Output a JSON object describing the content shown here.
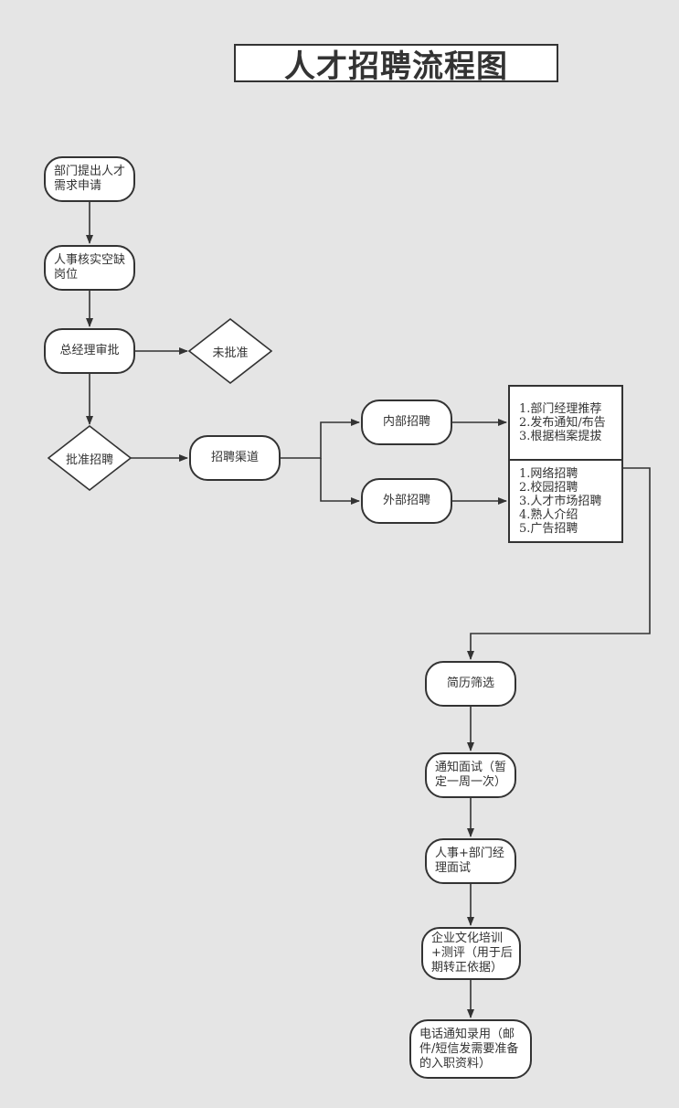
{
  "title": "人才招聘流程图",
  "nodes": {
    "dept_request": "部门提出人才需求申请",
    "hr_verify": "人事核实空缺岗位",
    "gm_approval": "总经理审批",
    "not_approved": "未批准",
    "approved": "批准招聘",
    "channels": "招聘渠道",
    "internal": "内部招聘",
    "external": "外部招聘",
    "resume_screen": "简历筛选",
    "notify_interview": "通知面试（暂定一周一次）",
    "joint_interview": "人事+部门经理面试",
    "culture_training": "企业文化培训+测评（用于后期转正依据）",
    "phone_notice": "电话通知录用（邮件/短信发需要准备的入职资料）"
  },
  "internal_methods": [
    "1.部门经理推荐",
    "2.发布通知/布告",
    "3.根据档案提拔"
  ],
  "external_methods": [
    "1.网络招聘",
    "2.校园招聘",
    "3.人才市场招聘",
    "4.熟人介绍",
    "5.广告招聘"
  ],
  "colors": {
    "background": "#e5e5e5",
    "stroke": "#333333",
    "fill": "#ffffff"
  }
}
